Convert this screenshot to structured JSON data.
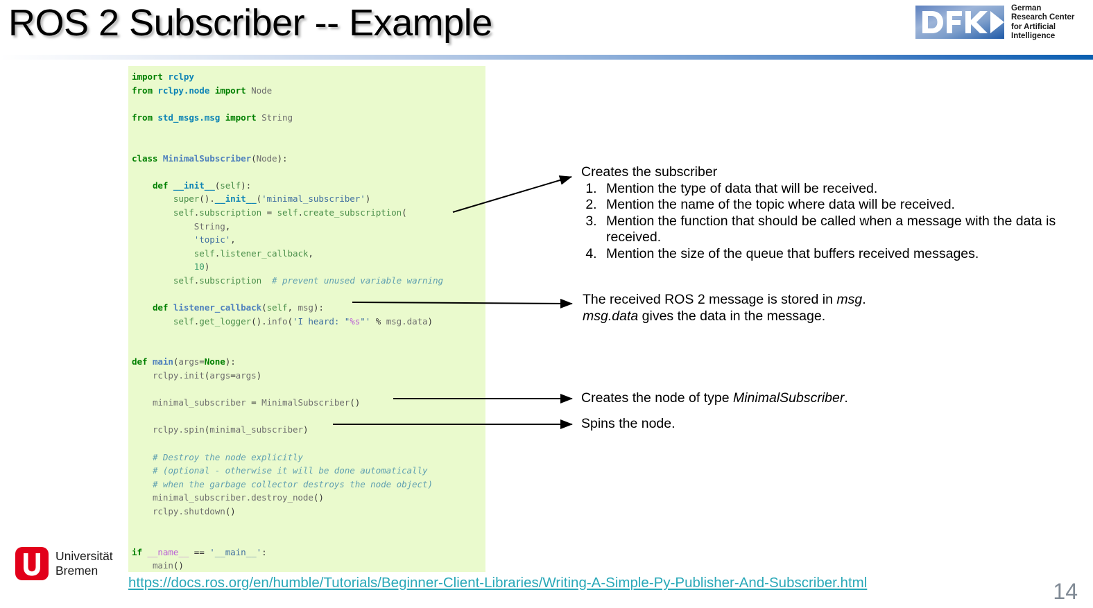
{
  "header": {
    "title": "ROS 2 Subscriber -- Example",
    "dfki_logo_alt": "DFKI",
    "dfki_lines": [
      "German",
      "Research Center",
      "for Artificial",
      "Intelligence"
    ]
  },
  "code": {
    "language": "python",
    "background_color": "#eafacd",
    "text": "import rclpy\nfrom rclpy.node import Node\n\nfrom std_msgs.msg import String\n\n\nclass MinimalSubscriber(Node):\n\n    def __init__(self):\n        super().__init__('minimal_subscriber')\n        self.subscription = self.create_subscription(\n            String,\n            'topic',\n            self.listener_callback,\n            10)\n        self.subscription  # prevent unused variable warning\n\n    def listener_callback(self, msg):\n        self.get_logger().info('I heard: \"%s\"' % msg.data)\n\n\ndef main(args=None):\n    rclpy.init(args=args)\n\n    minimal_subscriber = MinimalSubscriber()\n\n    rclpy.spin(minimal_subscriber)\n\n    # Destroy the node explicitly\n    # (optional - otherwise it will be done automatically\n    # when the garbage collector destroys the node object)\n    minimal_subscriber.destroy_node()\n    rclpy.shutdown()\n\n\nif __name__ == '__main__':\n    main()"
  },
  "annotations": {
    "subscriber": {
      "heading": "Creates the subscriber",
      "items": [
        "Mention the type of data that will be received.",
        "Mention the name of the topic where data will be received.",
        "Mention the function that should  be called when a message with the data is received.",
        "Mention the size of the queue that buffers received messages."
      ]
    },
    "message": {
      "line1_pre": "The received ROS 2 message is stored in ",
      "line1_em": "msg",
      "line1_post": ".",
      "line2_em": "msg.data",
      "line2_post": " gives the data in the message."
    },
    "node": {
      "pre": "Creates the node of type ",
      "em": "MinimalSubscriber",
      "post": "."
    },
    "spin": {
      "text": "Spins the node."
    }
  },
  "footer": {
    "source_url": "https://docs.ros.org/en/humble/Tutorials/Beginner-Client-Libraries/Writing-A-Simple-Py-Publisher-And-Subscriber.html",
    "page_number": "14",
    "university_lines": [
      "Universität",
      "Bremen"
    ],
    "link_color": "#2aa8b8",
    "page_number_color": "#808a95"
  }
}
